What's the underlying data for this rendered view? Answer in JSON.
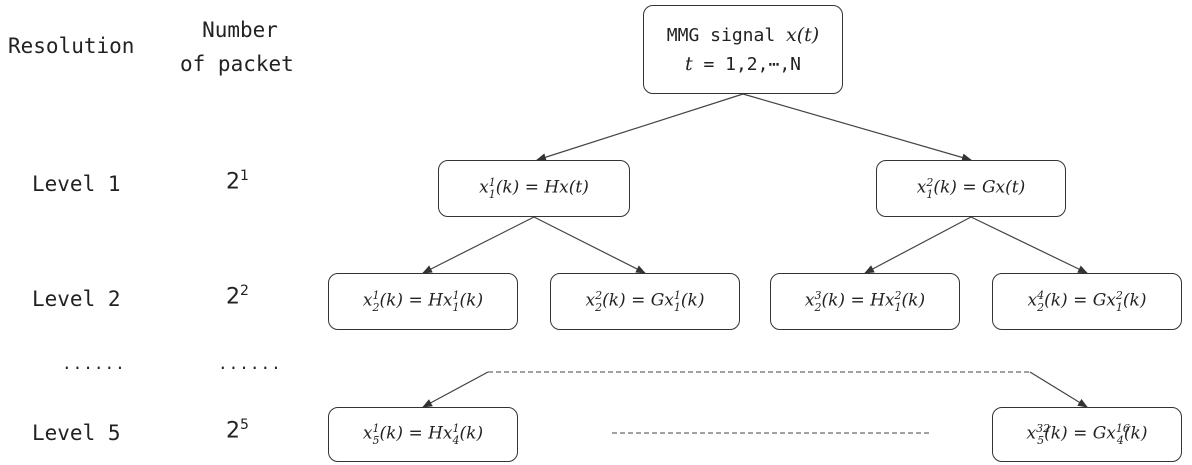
{
  "headers": {
    "resolution": "Resolution",
    "number_line1": "Number",
    "number_line2": "of packet"
  },
  "levels": [
    {
      "label": "Level 1",
      "packet_base": "2",
      "packet_exp": "1"
    },
    {
      "label": "Level 2",
      "packet_base": "2",
      "packet_exp": "2"
    },
    {
      "label": "......",
      "packet_base": "......",
      "packet_exp": ""
    },
    {
      "label": "Level 5",
      "packet_base": "2",
      "packet_exp": "5"
    }
  ],
  "root": {
    "text_prefix": "MMG signal ",
    "text_math": "x(t)",
    "line2_var": "t",
    "line2_rest": " = 1,2,⋯,N"
  },
  "nodes": {
    "l1_left": {
      "var": "x",
      "sup": "1",
      "sub": "1",
      "rhs": "(k) = Hx(t)"
    },
    "l1_right": {
      "var": "x",
      "sup": "2",
      "sub": "1",
      "rhs": "(k) = Gx(t)"
    },
    "l2_a": {
      "var": "x",
      "sup": "1",
      "sub": "2",
      "mid": "(k) = Hx",
      "sup2": "1",
      "sub2": "1",
      "tail": "(k)"
    },
    "l2_b": {
      "var": "x",
      "sup": "2",
      "sub": "2",
      "mid": "(k) = Gx",
      "sup2": "1",
      "sub2": "1",
      "tail": "(k)"
    },
    "l2_c": {
      "var": "x",
      "sup": "3",
      "sub": "2",
      "mid": "(k) = Hx",
      "sup2": "2",
      "sub2": "1",
      "tail": "(k)"
    },
    "l2_d": {
      "var": "x",
      "sup": "4",
      "sub": "2",
      "mid": "(k) = Gx",
      "sup2": "2",
      "sub2": "1",
      "tail": "(k)"
    },
    "l5_first": {
      "var": "x",
      "sup": "1",
      "sub": "5",
      "mid": "(k) = Hx",
      "sup2": "1",
      "sub2": "4",
      "tail": "(k)"
    },
    "l5_last": {
      "var": "x",
      "sup": "32",
      "sub": "5",
      "mid": "(k) = Gx",
      "sup2": "16",
      "sub2": "4",
      "tail": "(k)"
    }
  }
}
